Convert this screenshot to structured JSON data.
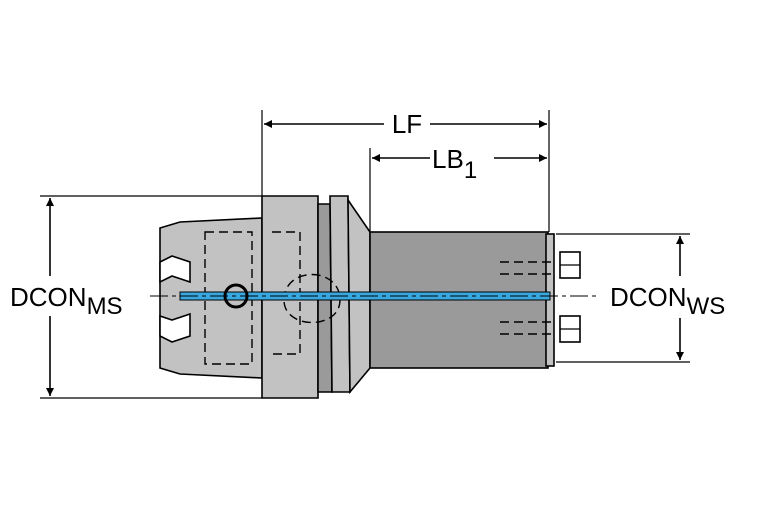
{
  "diagram": {
    "labels": {
      "lf": {
        "main": "LF",
        "sub": ""
      },
      "lb": {
        "main": "LB",
        "sub": "1"
      },
      "dcon_ms": {
        "main": "DCON",
        "sub": "MS"
      },
      "dcon_ws": {
        "main": "DCON",
        "sub": "WS"
      }
    },
    "colors": {
      "body_light": "#c2c2c2",
      "body_dark": "#9a9a9a",
      "coolant": "#3aa8e0",
      "line": "#000000"
    }
  }
}
